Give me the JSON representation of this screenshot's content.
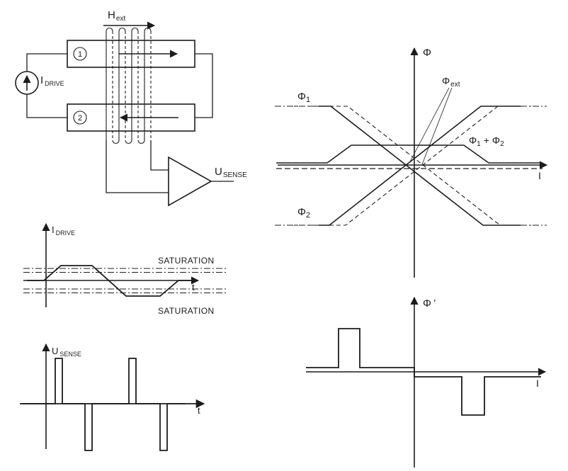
{
  "colors": {
    "line": "#1c1c1c",
    "background": "#ffffff"
  },
  "circuit": {
    "h_ext": {
      "main": "H",
      "sub": "ext"
    },
    "i_drive": {
      "main": "I",
      "sub": "DRIVE"
    },
    "u_sense": {
      "main": "U",
      "sub": "SENSE"
    },
    "core1": "1",
    "core2": "2"
  },
  "flux": {
    "y": "Φ",
    "x": "I",
    "phi1": {
      "main": "Φ",
      "sub": "1"
    },
    "phi2": {
      "main": "Φ",
      "sub": "2"
    },
    "phiext": {
      "main": "Φ",
      "sub": "ext"
    },
    "sum": {
      "a": "Φ",
      "a_sub": "1",
      "plus": "+",
      "b": "Φ",
      "b_sub": "2"
    }
  },
  "idrive": {
    "y": {
      "main": "I",
      "sub": "DRIVE"
    },
    "x": "t",
    "sat_top": "SATURATION",
    "sat_bottom": "SATURATION"
  },
  "usense": {
    "y": {
      "main": "U",
      "sub": "SENSE"
    },
    "x": "t"
  },
  "dphi": {
    "y": {
      "main": "Φ",
      "prime": "’"
    },
    "x": "I"
  }
}
